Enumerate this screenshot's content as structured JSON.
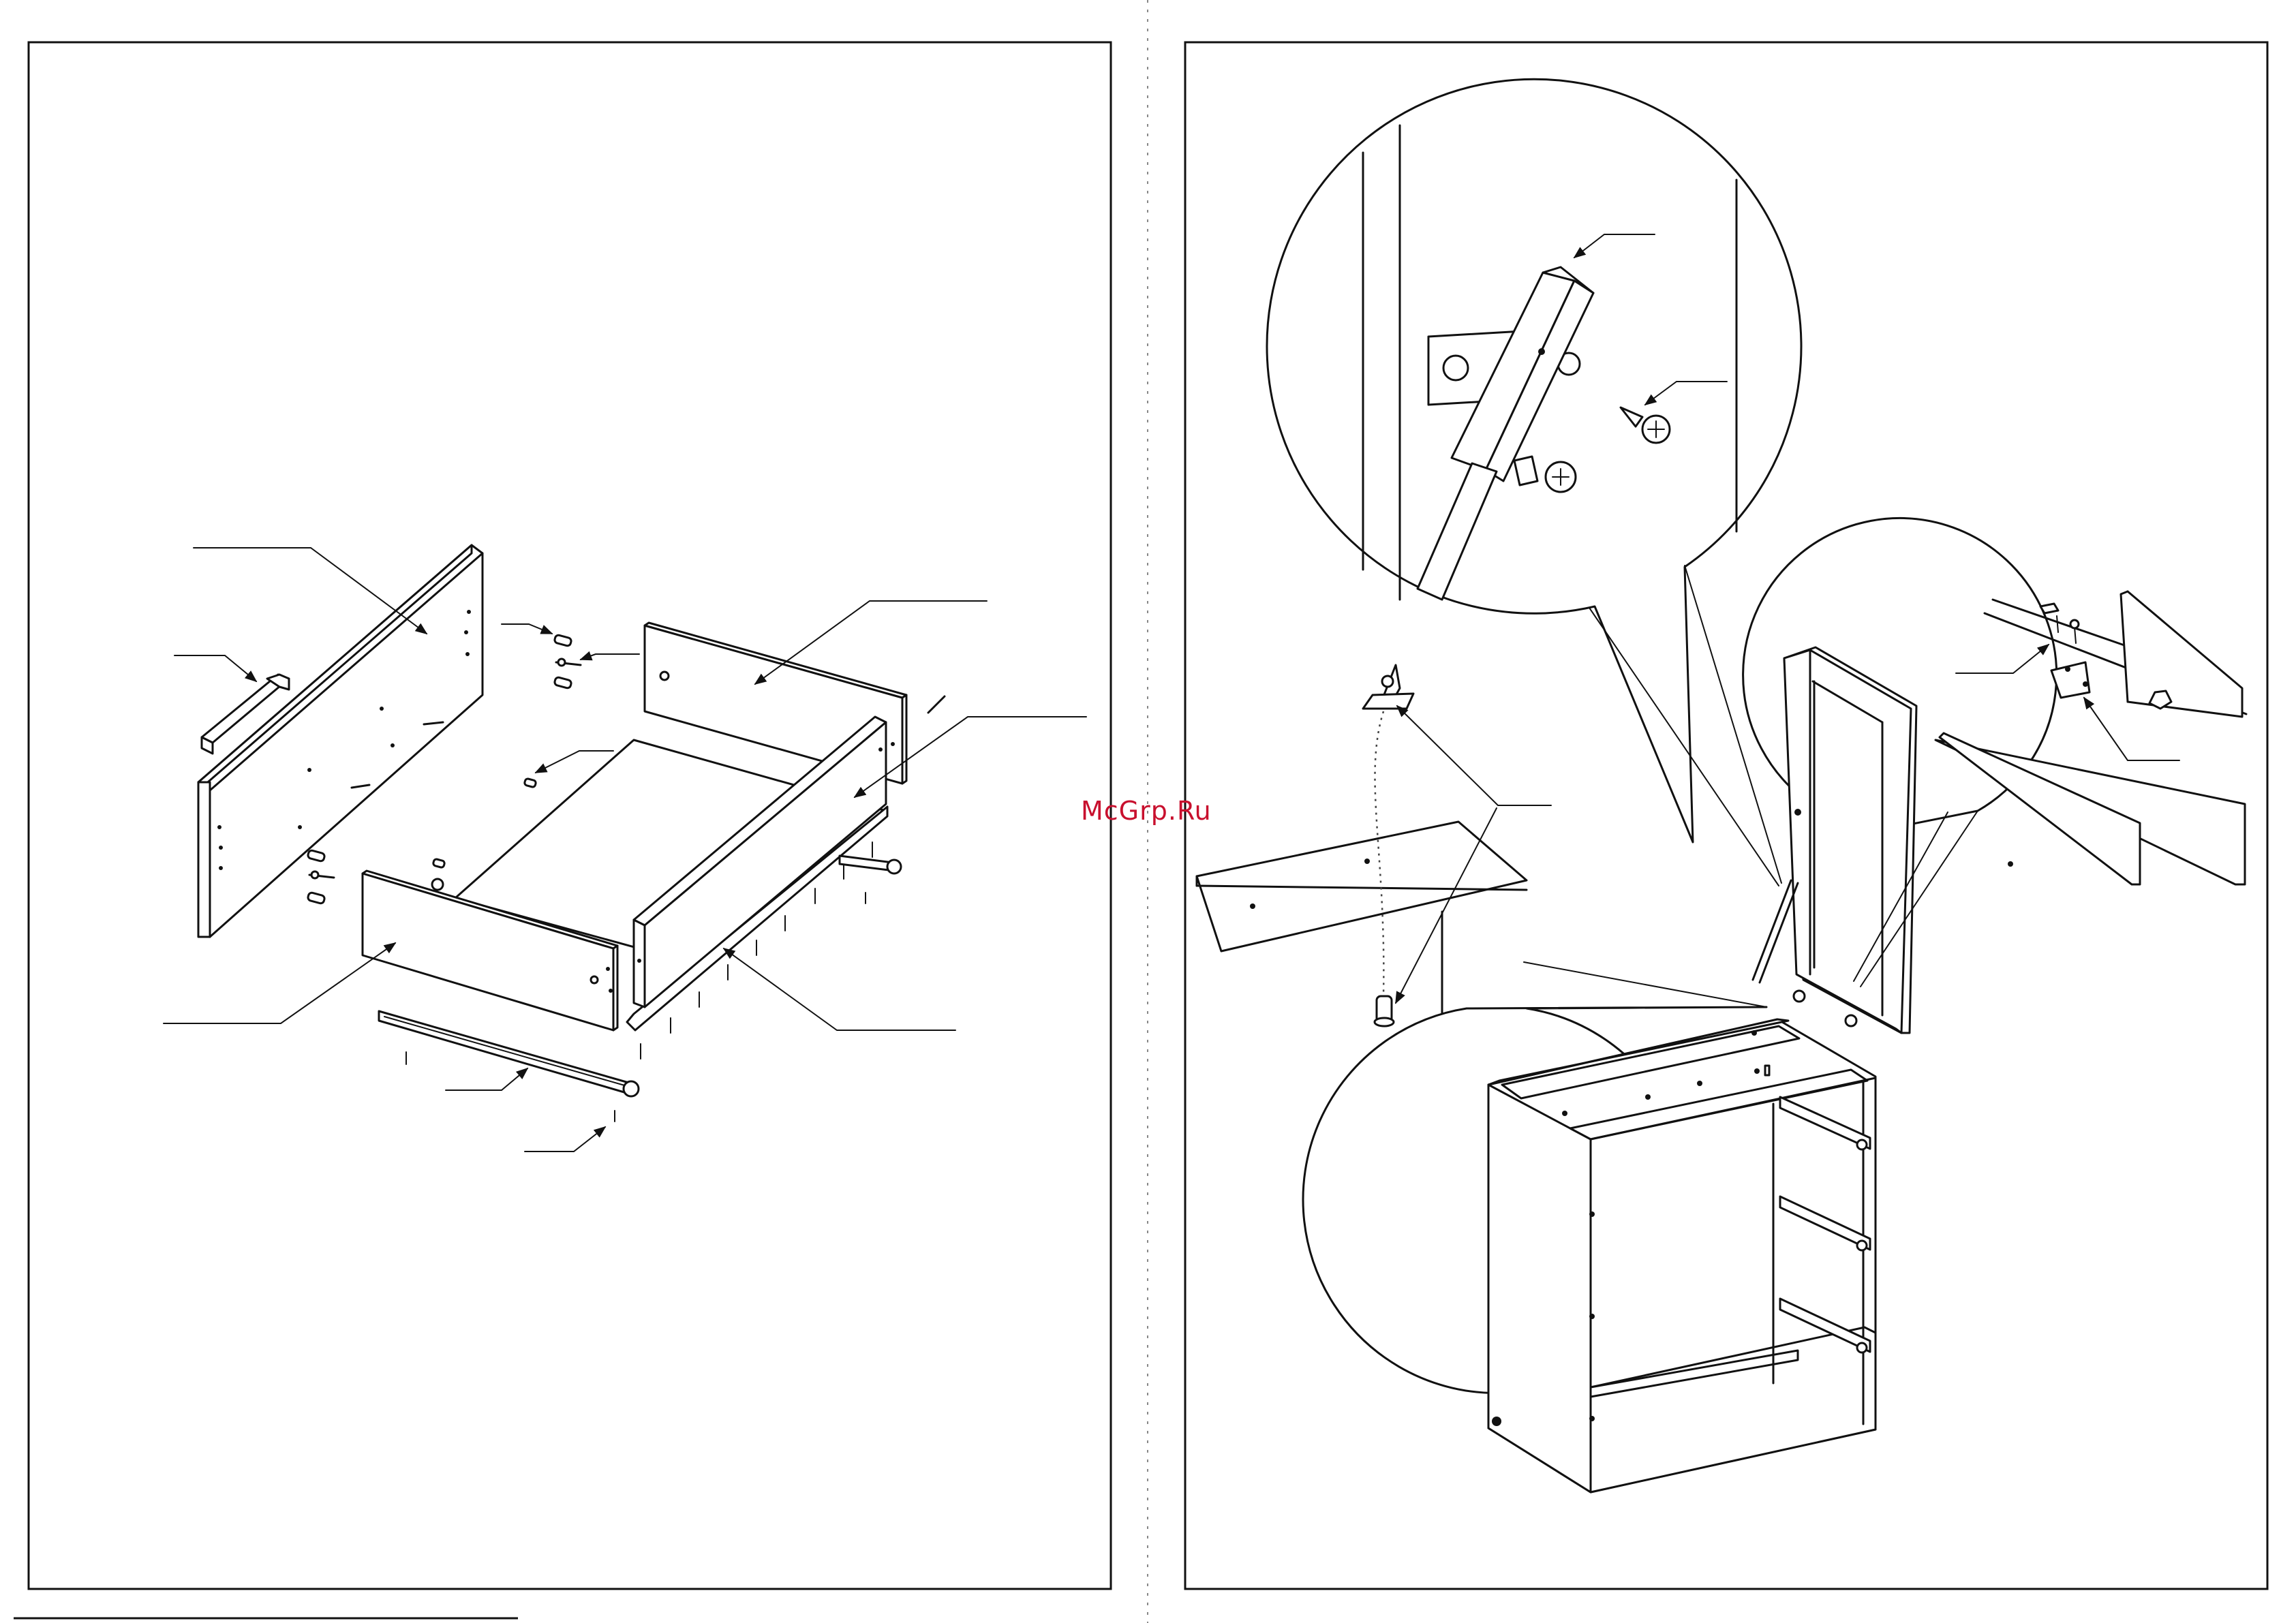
{
  "watermark": {
    "text": "McGrp.Ru",
    "color": "#c8102e"
  },
  "colors": {
    "line": "#111111",
    "paper": "#ffffff"
  },
  "icons": [
    "drawer-front-panel",
    "handle-icon",
    "dowel-icon",
    "cam-bolt-icon",
    "screw-icon",
    "drawer-side-panel",
    "drawer-back-panel",
    "drawer-bottom-panel",
    "drawer-runner-icon",
    "cabinet-carcass",
    "detail-circle-runner",
    "detail-circle-foot",
    "detail-circle-bracket"
  ]
}
